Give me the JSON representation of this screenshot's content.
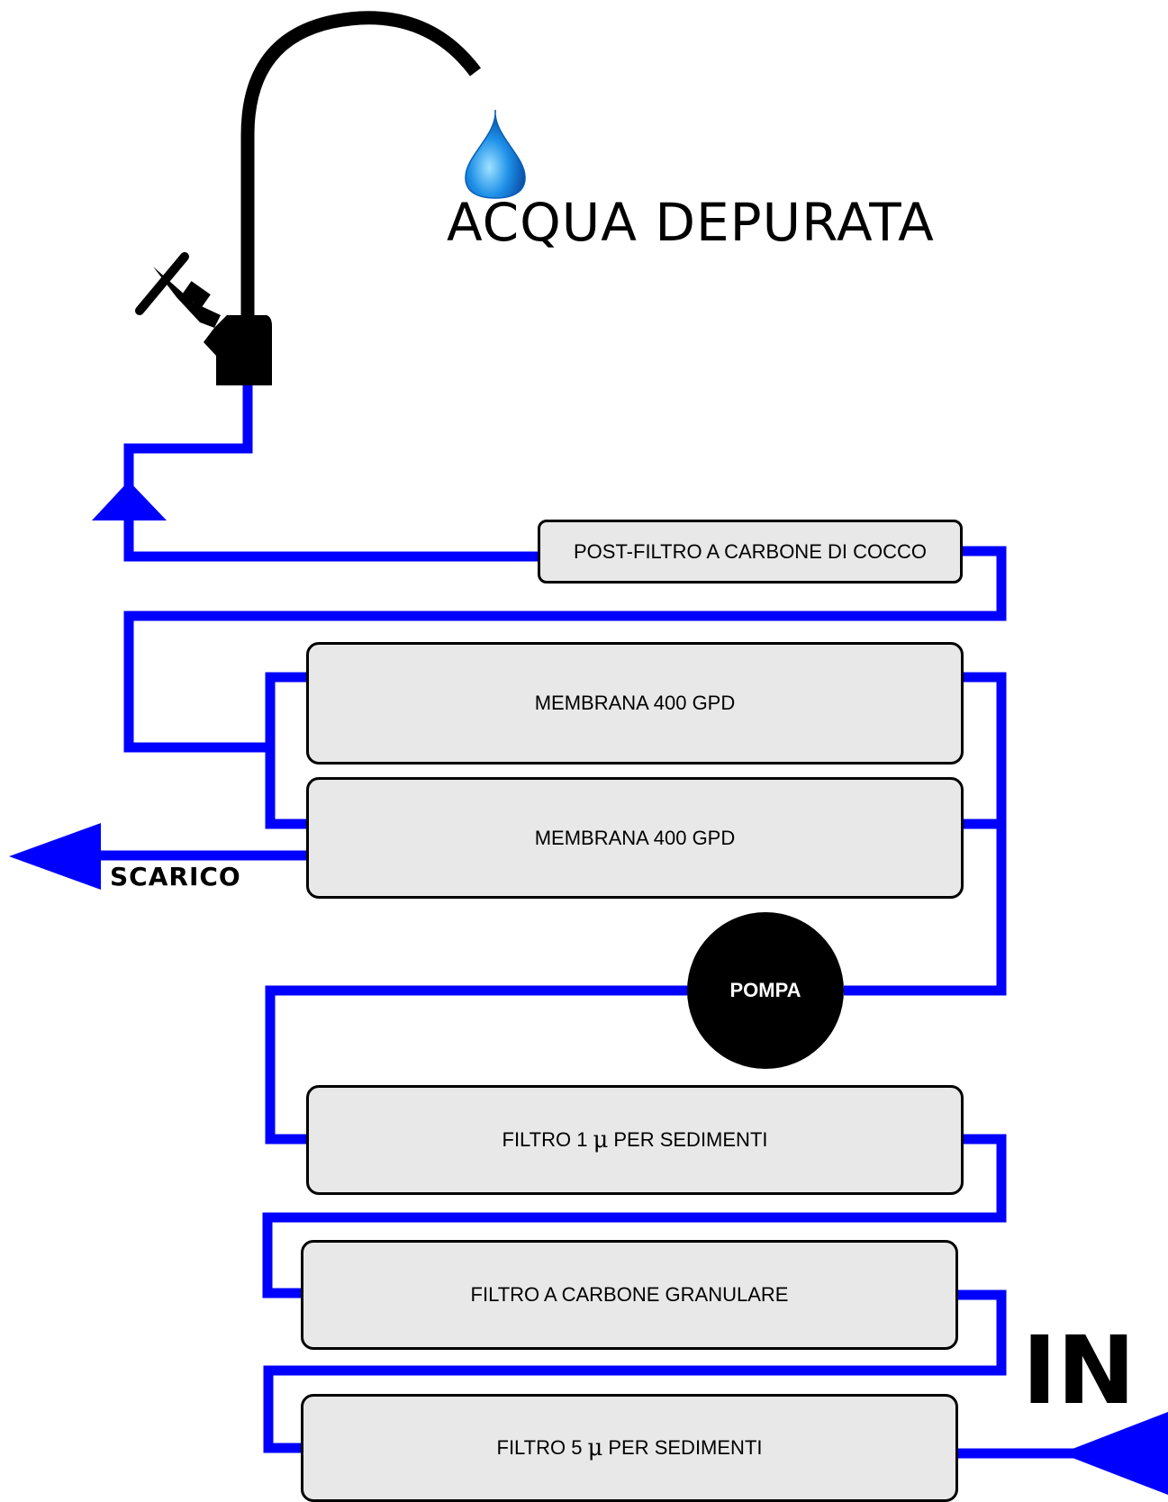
{
  "diagram": {
    "title": "ACQUA DEPURATA",
    "stages": {
      "post_filter": "POST-FILTRO A CARBONE DI COCCO",
      "membrane_1": "MEMBRANA 400 GPD",
      "membrane_2": "MEMBRANA 400 GPD",
      "filter_1": {
        "before": "FILTRO 1",
        "symbol": "μ",
        "after": "PER SEDIMENTI"
      },
      "carbon_filter": "FILTRO A CARBONE GRANULARE",
      "filter_5": {
        "before": "FILTRO 5",
        "symbol": "μ",
        "after": "PER SEDIMENTI"
      }
    },
    "pump_label": "POMPA",
    "drain_label": "SCARICO",
    "inlet_label": "IN",
    "colors": {
      "pipe": "#0000ff",
      "box_fill": "#e8e8e8",
      "outline": "#000000",
      "drop": "#1e90e8"
    },
    "icons": [
      "faucet-icon",
      "water-drop-icon"
    ]
  }
}
